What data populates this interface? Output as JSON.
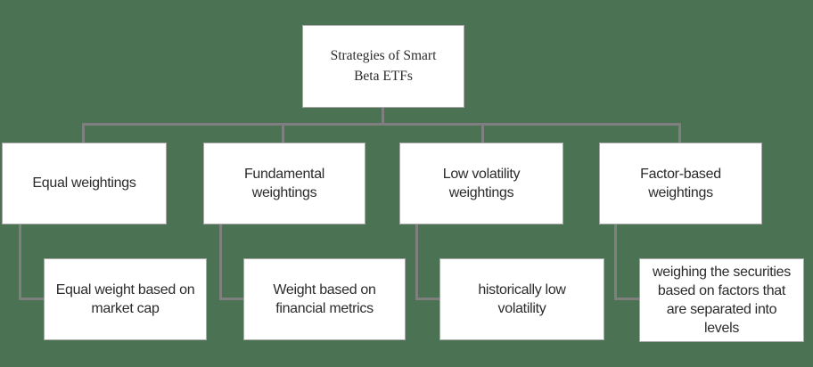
{
  "colors": {
    "background": "#4a7253",
    "connector": "#7f7f7f",
    "box_fill": "#ffffff",
    "box_border": "#a9a9a9",
    "text": "#2b2b2b"
  },
  "diagram": {
    "root": {
      "label": "Strategies  of Smart\nBeta ETFs"
    },
    "branches": [
      {
        "label": "Equal weightings",
        "child": "Equal weight based on\nmarket cap"
      },
      {
        "label": "Fundamental\nweightings",
        "child": "Weight based on\nfinancial metrics"
      },
      {
        "label": "Low volatility\nweightings",
        "child": "historically low\nvolatility"
      },
      {
        "label": "Factor-based\nweightings",
        "child": "weighing the securities\nbased on factors that\nare separated into\nlevels"
      }
    ]
  }
}
